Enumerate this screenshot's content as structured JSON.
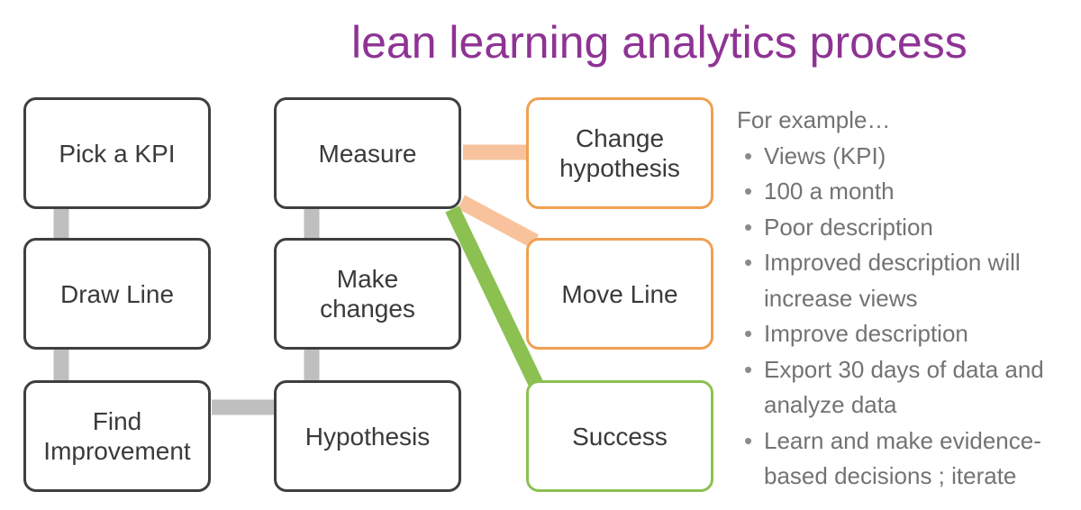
{
  "title": "lean learning analytics process",
  "boxes": {
    "pick_kpi": "Pick a KPI",
    "draw_line": "Draw Line",
    "find_improvement": "Find\nImprovement",
    "measure": "Measure",
    "make_changes": "Make\nchanges",
    "hypothesis": "Hypothesis",
    "change_hypothesis": "Change\nhypothesis",
    "move_line": "Move Line",
    "success": "Success"
  },
  "examples": {
    "heading": "For example…",
    "items": [
      "Views (KPI)",
      "100 a month",
      "Poor description",
      "Improved description will increase views",
      "Improve description",
      "Export 30 days of data and analyze data",
      "Learn and make evidence-based decisions ; iterate"
    ]
  },
  "colors": {
    "title": "#8e3394",
    "box_border": "#3f3f3f",
    "connector_gray": "#bfbfbf",
    "connector_orange": "#f8c39c",
    "connector_green": "#8cc152",
    "orange_border": "#f0a052",
    "green_border": "#8cc152",
    "text": "#3a3a3a",
    "example_text": "#737373"
  }
}
